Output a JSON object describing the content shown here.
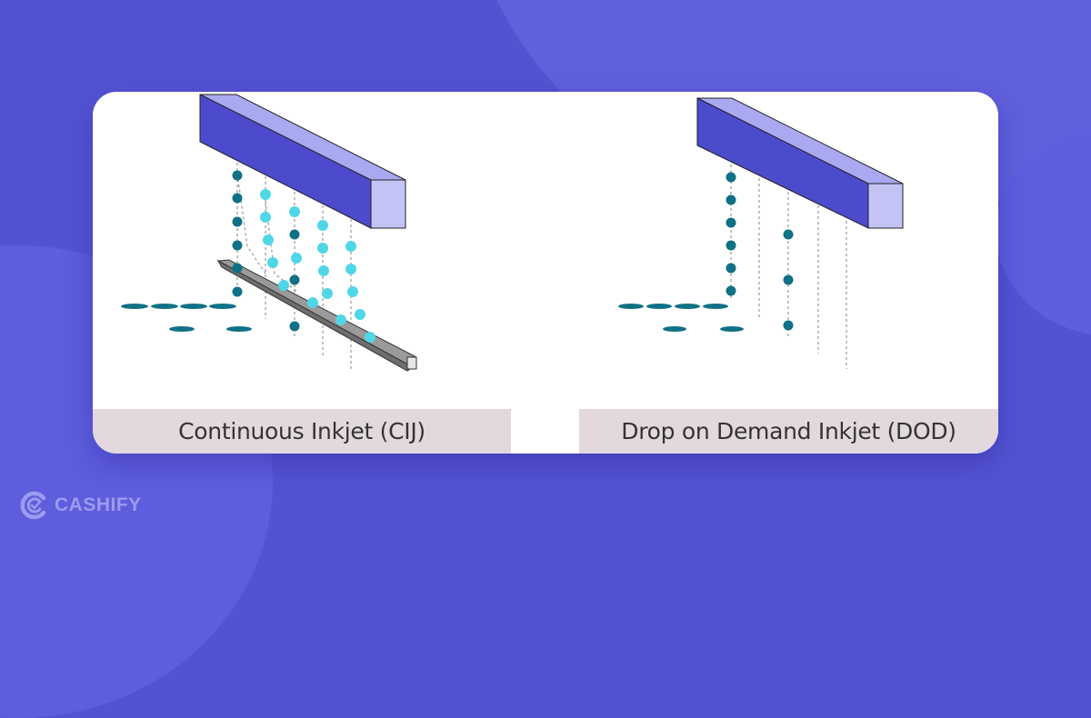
{
  "diagrams": [
    {
      "id": "cij",
      "caption": "Continuous Inkjet (CIJ)",
      "print_head_color": "#4b4bcc",
      "print_head_top_color": "#a9a9f2",
      "deflected_drop_color": "#0f7185",
      "undeflected_drop_color": "#4fd7e8",
      "gutter_color": "#8a8a8a"
    },
    {
      "id": "dod",
      "caption": "Drop on Demand Inkjet (DOD)",
      "print_head_color": "#4b4bcc",
      "print_head_top_color": "#a9a9f2",
      "drop_color": "#0f7185"
    }
  ],
  "brand": {
    "name": "CASHIFY",
    "icon": "cashify-logo-icon",
    "color": "#9a9cf0"
  },
  "colors": {
    "background": "#5353d2",
    "card": "#ffffff",
    "caption_bar": "#e2d8de"
  }
}
